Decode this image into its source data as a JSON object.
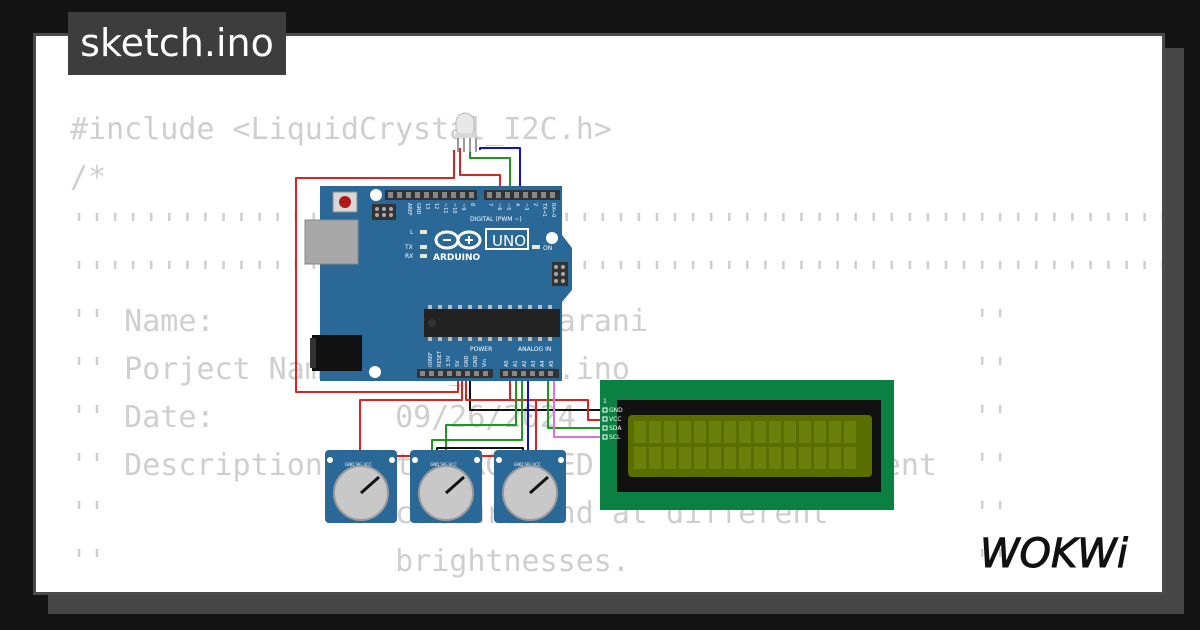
{
  "title_tab": {
    "label": "sketch.ino"
  },
  "code_lines": [
    "#include <LiquidCrystal_I2C.h>",
    "/*",
    "''''''''''''''''''''''''''''''''''''''''''''''''''''''''''''''''''''''''",
    "''''''''''''''''''''''''''''''''''''''''''''''''''''''''''''''''''''''''",
    "'' Name:          Hamed Zafarani                  ''",
    "'' Porject Name:  RGB_Fader.ino                   ''",
    "'' Date:          09/26/2024                      ''",
    "'' Description:   the RGB LED fades in different  ''",
    "''                colours and at different        ''",
    "''                brightnesses.                   ''",
    "''''''''''''''''''''''''''''''''''''''''''''''''''''''''''''''''''''''''"
  ],
  "board": {
    "brand": "ARDUINO",
    "model": "UNO",
    "digital_label": "DIGITAL (PWM ~)",
    "power_label": "POWER",
    "analog_label": "ANALOG IN",
    "on_label": "ON",
    "l_label": "L",
    "tx_label": "TX",
    "rx_label": "RX",
    "power_pins": [
      "IOREF",
      "RESET",
      "3.3V",
      "5V",
      "GND",
      "GND",
      "Vin"
    ],
    "analog_pins": [
      "A0",
      "A1",
      "A2",
      "A3",
      "A4",
      "A5"
    ],
    "digital_pins": [
      "AREF",
      "GND",
      "13",
      "12",
      "~11",
      "~10",
      "~9",
      "8",
      "7",
      "~6",
      "~5",
      "4",
      "~3",
      "2",
      "TX→1",
      "RX←0"
    ]
  },
  "lcd": {
    "pins": [
      "GND",
      "VCC",
      "SDA",
      "SCL"
    ],
    "pin1_label": "1"
  },
  "potentiometer": {
    "pins": "GND SIG VCC"
  },
  "brand_logo": {
    "text": "WOKWi"
  },
  "colors": {
    "board": "#2a6898",
    "lcd_pcb": "#0b8043",
    "lcd_screen": "#5a6e00",
    "wire_red": "#e02020",
    "wire_green": "#1a9a1a",
    "wire_blue": "#1010d0",
    "wire_black": "#111111",
    "wire_violet": "#e070e0"
  }
}
